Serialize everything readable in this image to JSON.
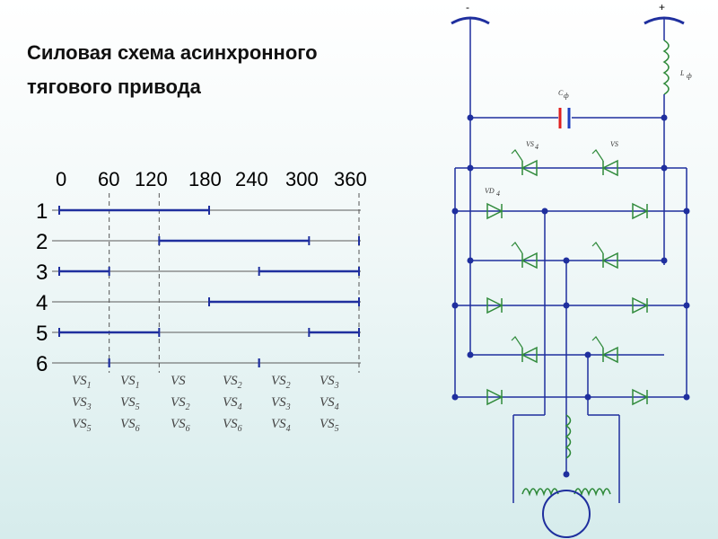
{
  "title": {
    "line1": "Силовая схема асинхронного",
    "line2": "тягового привода"
  },
  "timing": {
    "degrees": [
      "0",
      "60",
      "120",
      "180",
      "240",
      "300",
      "360"
    ],
    "rows": [
      {
        "label": "1",
        "segments": [
          [
            0,
            180
          ]
        ],
        "ticks": []
      },
      {
        "label": "2",
        "segments": [
          [
            120,
            300
          ]
        ],
        "ticks": [
          360
        ]
      },
      {
        "label": "3",
        "segments": [
          [
            0,
            60
          ],
          [
            240,
            360
          ]
        ],
        "ticks": []
      },
      {
        "label": "4",
        "segments": [
          [
            180,
            360
          ]
        ],
        "ticks": []
      },
      {
        "label": "5",
        "segments": [
          [
            0,
            120
          ],
          [
            300,
            360
          ]
        ],
        "ticks": []
      },
      {
        "label": "6",
        "segments": [
          [
            60,
            60
          ],
          [
            240,
            240
          ]
        ],
        "ticks": []
      }
    ],
    "columns": [
      [
        {
          "main": "VS",
          "sub": "1"
        },
        {
          "main": "VS",
          "sub": "3"
        },
        {
          "main": "VS",
          "sub": "5"
        }
      ],
      [
        {
          "main": "VS",
          "sub": "1"
        },
        {
          "main": "VS",
          "sub": "5"
        },
        {
          "main": "VS",
          "sub": "6"
        }
      ],
      [
        {
          "main": "VS",
          "sub": ""
        },
        {
          "main": "VS",
          "sub": "2"
        },
        {
          "main": "VS",
          "sub": "6"
        }
      ],
      [
        {
          "main": "VS",
          "sub": "2"
        },
        {
          "main": "VS",
          "sub": "4"
        },
        {
          "main": "VS",
          "sub": "6"
        }
      ],
      [
        {
          "main": "VS",
          "sub": "2"
        },
        {
          "main": "VS",
          "sub": "3"
        },
        {
          "main": "VS",
          "sub": "4"
        }
      ],
      [
        {
          "main": "VS",
          "sub": "3"
        },
        {
          "main": "VS",
          "sub": "4"
        },
        {
          "main": "VS",
          "sub": "5"
        }
      ]
    ]
  },
  "schematic": {
    "minus_label": "-",
    "plus_label": "+",
    "inductor_label": "L",
    "inductor_sub": "ф",
    "capacitor_label": "C",
    "capacitor_sub": "ф",
    "thyristor_labels": [
      "VS",
      "VS"
    ],
    "thyristor_subs": [
      "4",
      ""
    ],
    "diode_label": "VD",
    "diode_sub": "4"
  },
  "colors": {
    "line": "#1f2f9e",
    "thin": "#5a5a5a",
    "component": "#2f8a3a",
    "dashed": "#555555",
    "cap_red": "#e02020",
    "cap_blue": "#2040c0"
  }
}
